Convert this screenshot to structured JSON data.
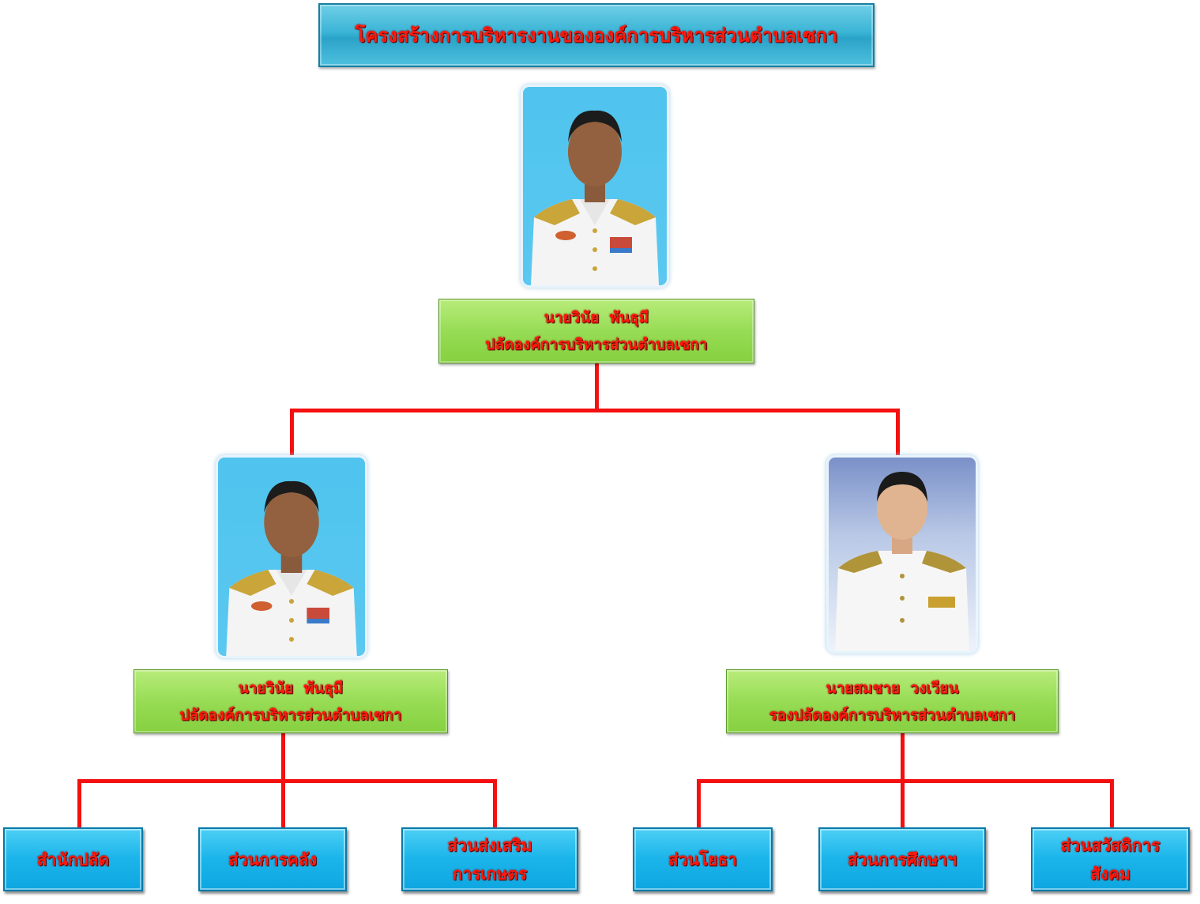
{
  "title": "โครงสร้างการบริหารงานขององค์การบริหารส่วนตำบลเซกา",
  "top": {
    "name": "นายวินัย  พันธุมี",
    "position": "ปลัดองค์การบริหารส่วนตำบลเซกา"
  },
  "left": {
    "name": "นายวินัย  พันธุมี",
    "position": "ปลัดองค์การบริหารส่วนตำบลเซกา"
  },
  "right": {
    "name": "นายสมชาย  วงเวียน",
    "position": "รองปลัดองค์การบริหารส่วนตำบลเซกา"
  },
  "units": [
    {
      "line1": "สำนักปลัด",
      "line2": ""
    },
    {
      "line1": "ส่วนการคลัง",
      "line2": ""
    },
    {
      "line1": "ส่วนส่งเสริม",
      "line2": "การเกษตร"
    },
    {
      "line1": "ส่วนโยธา",
      "line2": ""
    },
    {
      "line1": "ส่วนการศึกษาฯ",
      "line2": ""
    },
    {
      "line1": "ส่วนสวัสดิการ",
      "line2": "สังคม"
    }
  ],
  "colors": {
    "connector": "#f41010",
    "text": "#ff1a0d",
    "title_bg": "#3bb4d6",
    "name_bg": "#97dc55",
    "unit_bg": "#1ab4ea"
  }
}
